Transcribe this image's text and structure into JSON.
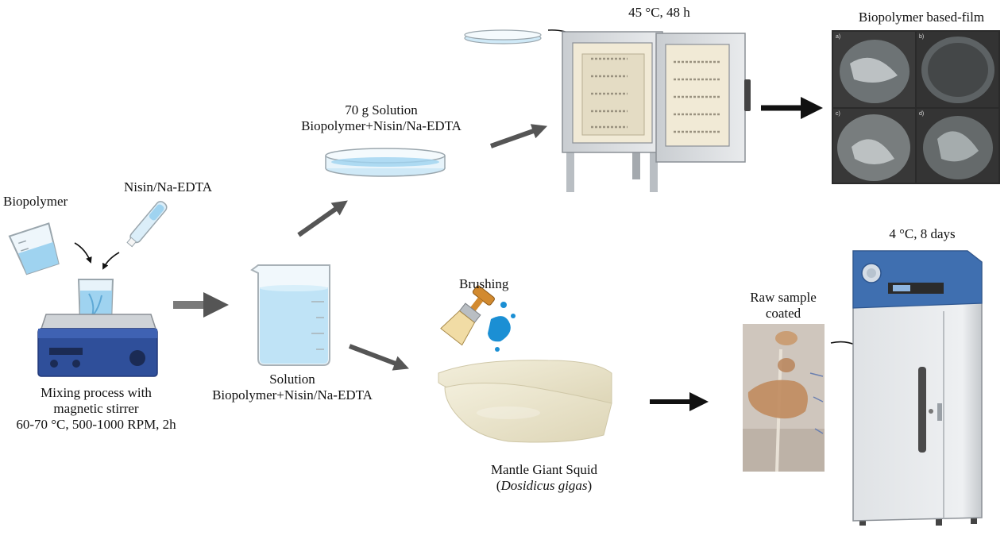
{
  "labels": {
    "biopolymer": "Biopolymer",
    "nisin": "Nisin/Na-EDTA",
    "mixing_line1": "Mixing process with",
    "mixing_line2": "magnetic stirrer",
    "mixing_line3": "60-70 °C, 500-1000 RPM, 2h",
    "solution_line1": "Solution",
    "solution_line2": "Biopolymer+Nisin/Na-EDTA",
    "petri_line1": "70 g Solution",
    "petri_line2": "Biopolymer+Nisin/Na-EDTA",
    "oven_condition": "45 °C, 48 h",
    "film_title": "Biopolymer based-film",
    "film_panels": [
      "a)",
      "b)",
      "c)",
      "d)"
    ],
    "brushing": "Brushing",
    "squid_line1": "Mantle Giant Squid",
    "squid_open": "(",
    "squid_species": "Dosidicus gigas",
    "squid_close": ")",
    "raw_line1": "Raw sample",
    "raw_line2": "coated",
    "fridge_condition": "4 °C, 8 days"
  },
  "colors": {
    "gray_arrow": "#7a7a7a",
    "black_arrow": "#111111",
    "liquid": "#a9d8f3",
    "stirrer_body": "#2f4f9a",
    "fridge_panel": "#3f6fb0",
    "squid": "#ece6cf"
  },
  "icons": [
    "beaker-pour-icon",
    "pipette-icon",
    "magnetic-stirrer-icon",
    "beaker-icon",
    "petri-dish-icon",
    "oven-icon",
    "paint-brush-icon",
    "squid-mantle-icon",
    "refrigerator-icon"
  ]
}
